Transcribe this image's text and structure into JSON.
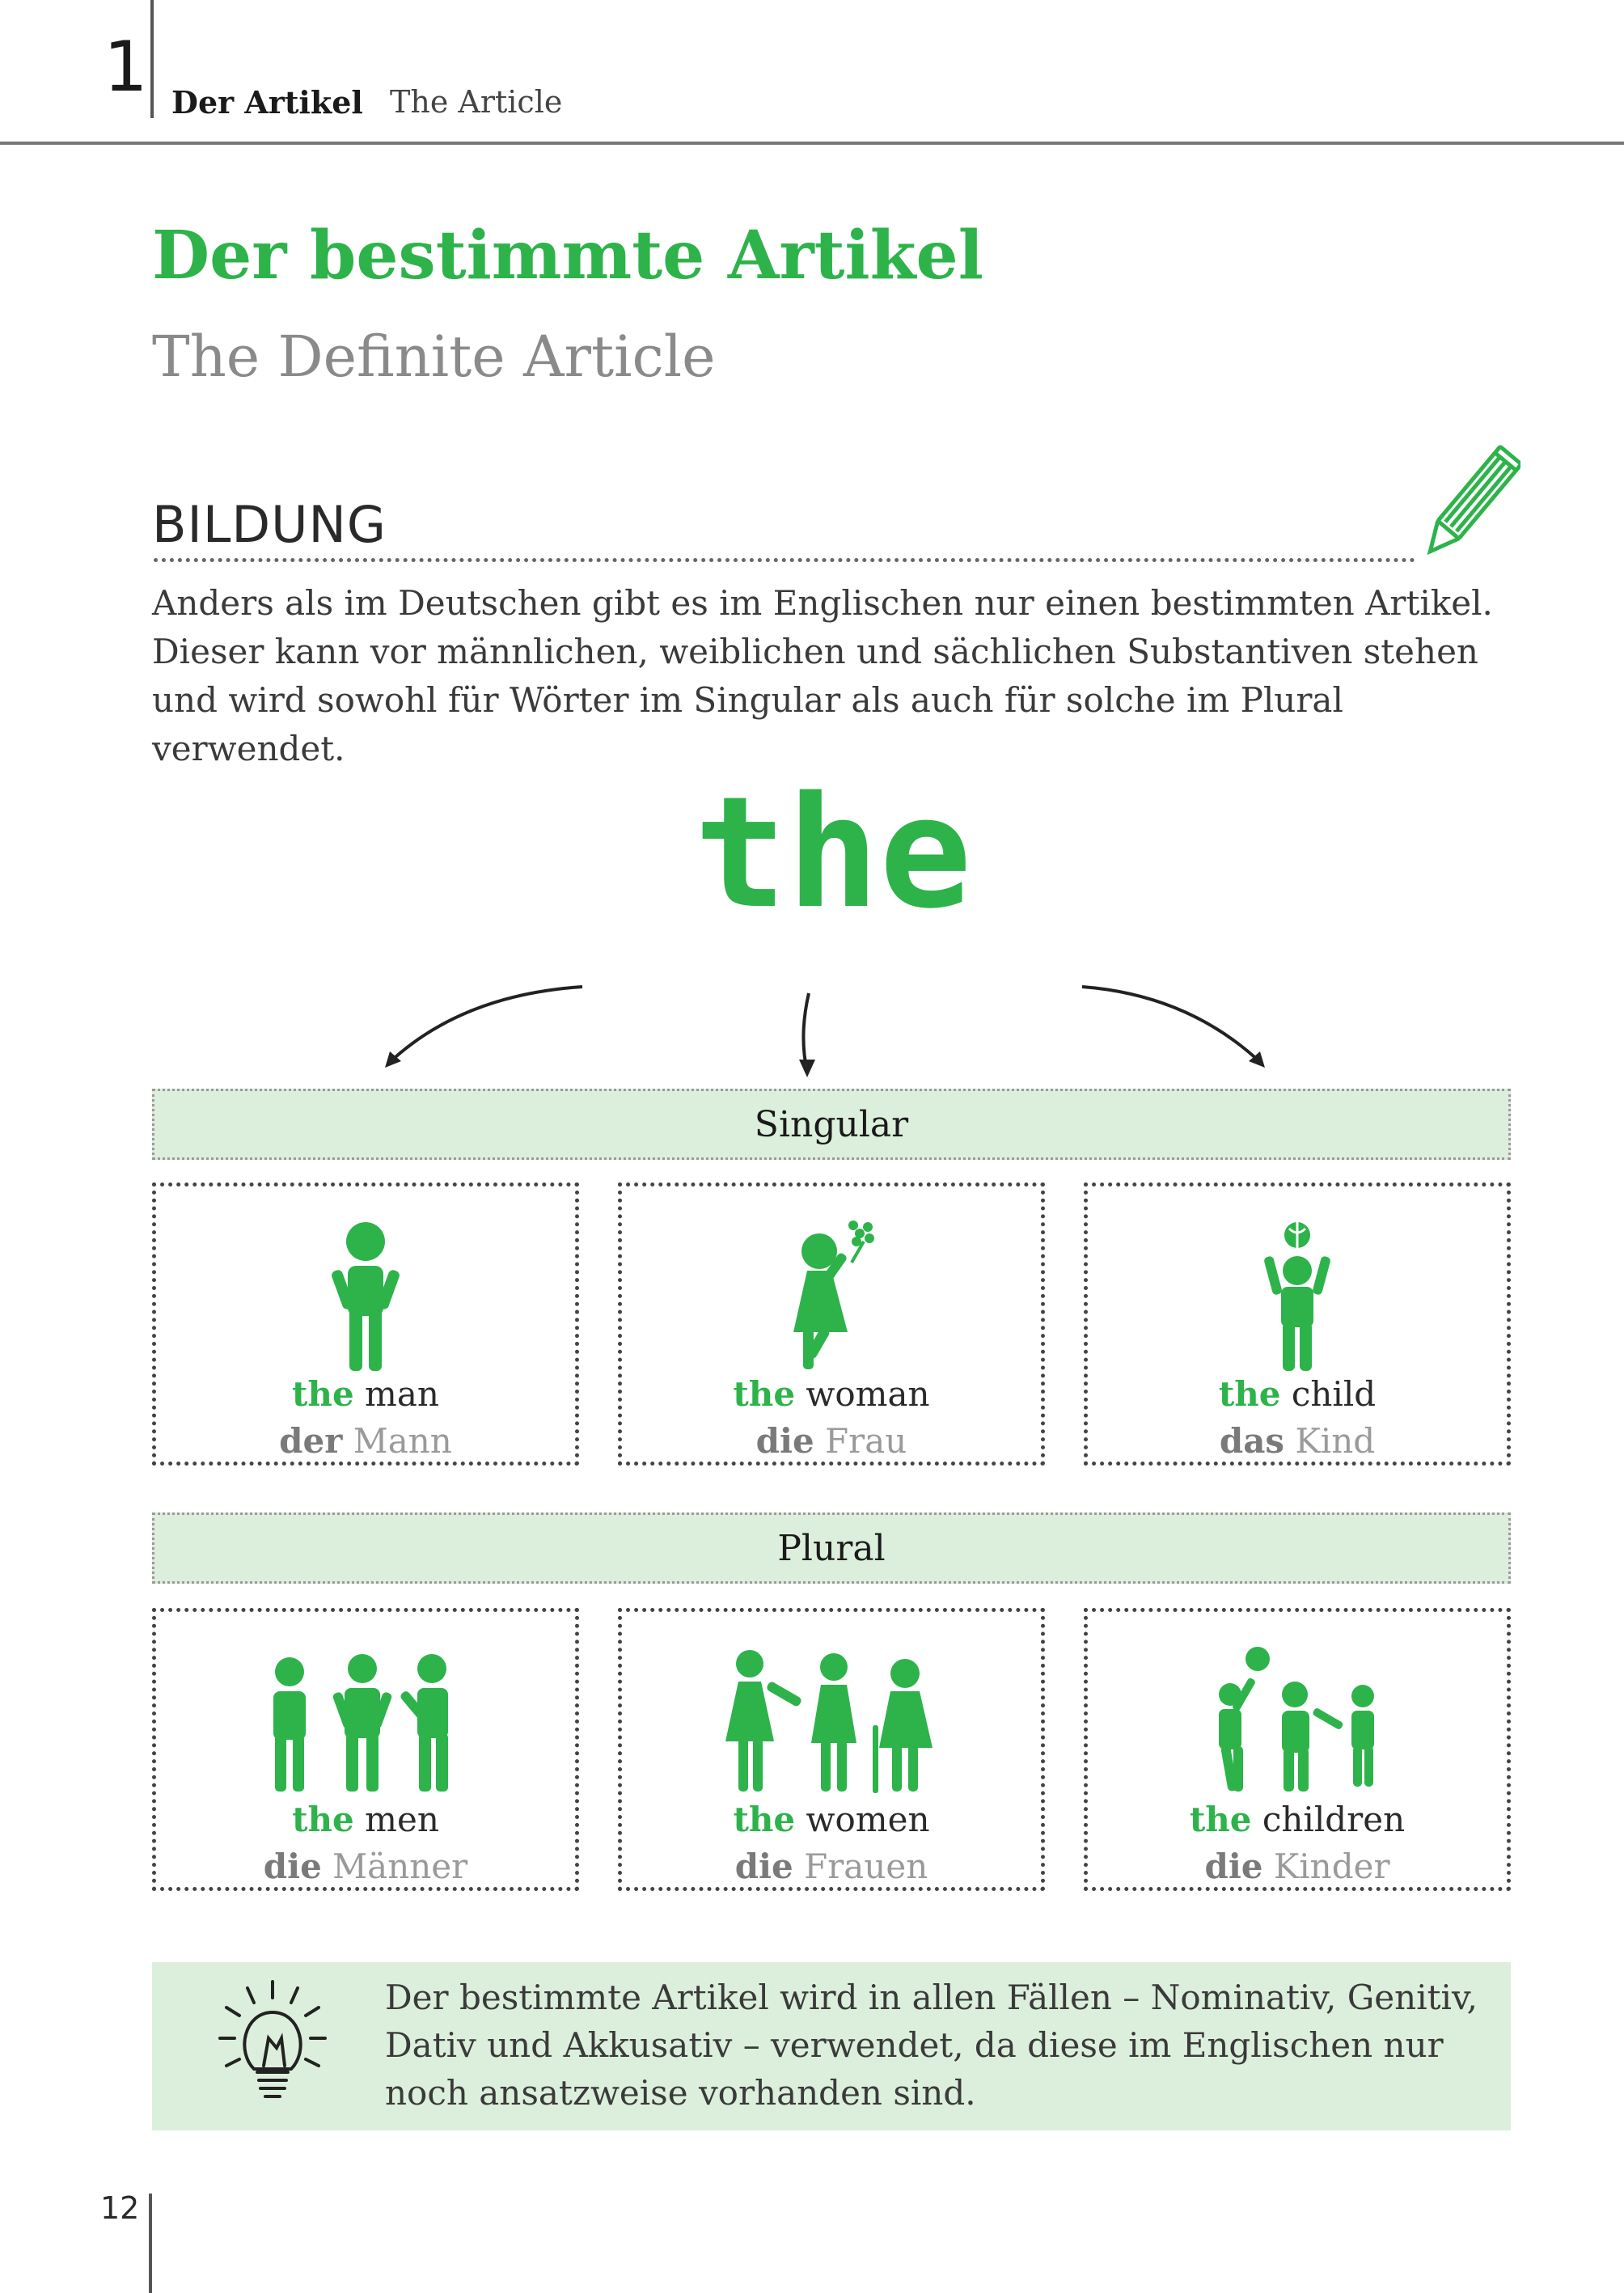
{
  "header": {
    "chapter_number": "1",
    "title": "Der Artikel",
    "subtitle": "The Article"
  },
  "page": {
    "title": "Der bestimmte Artikel",
    "subtitle": "The Definite Article"
  },
  "section": {
    "heading": "BILDUNG",
    "icon": "pencil-icon",
    "body": "Anders als im Deutschen gibt es im Englischen nur einen bestimmten Artikel. Dieser kann vor männlichen, weiblichen und sächlichen Substantiven stehen und wird sowohl für Wörter im Singular als auch für solche im Plural verwendet."
  },
  "diagram": {
    "article": "the",
    "singular_label": "Singular",
    "plural_label": "Plural",
    "singular": [
      {
        "icon": "man-icon",
        "article_en": "the",
        "noun_en": " man",
        "article_de": "der",
        "noun_de": " Mann"
      },
      {
        "icon": "woman-icon",
        "article_en": "the",
        "noun_en": " woman",
        "article_de": "die",
        "noun_de": " Frau"
      },
      {
        "icon": "child-icon",
        "article_en": "the",
        "noun_en": " child",
        "article_de": "das",
        "noun_de": " Kind"
      }
    ],
    "plural": [
      {
        "icon": "men-icon",
        "article_en": "the",
        "noun_en": " men",
        "article_de": "die",
        "noun_de": " Männer"
      },
      {
        "icon": "women-icon",
        "article_en": "the",
        "noun_en": " women",
        "article_de": "die",
        "noun_de": " Frauen"
      },
      {
        "icon": "children-icon",
        "article_en": "the",
        "noun_en": " children",
        "article_de": "die",
        "noun_de": " Kinder"
      }
    ]
  },
  "tip": {
    "icon": "lightbulb-icon",
    "text": "Der bestimmte Artikel wird in allen Fällen – Nominativ, Genitiv, Dativ und Akkusativ – verwendet, da diese im Englischen nur noch ansatzweise vorhanden sind."
  },
  "footer": {
    "page_number": "12"
  },
  "colors": {
    "accent": "#2db34a",
    "box_fill": "#dcefdc",
    "muted": "#9a9a9a"
  }
}
